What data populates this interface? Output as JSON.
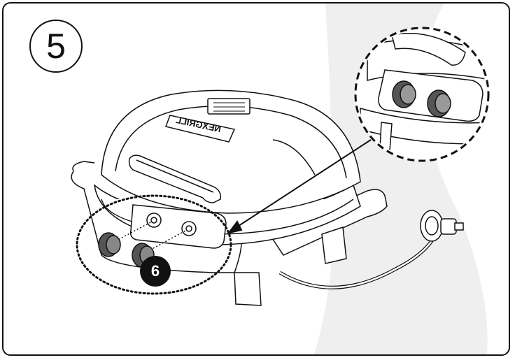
{
  "step": {
    "number": "5"
  },
  "callout": {
    "number": "6"
  },
  "brand": {
    "logo_text": "NEXGRILL"
  },
  "colors": {
    "line": "#111111",
    "background_swoosh": "#efefef",
    "knob_fill": "#555555"
  }
}
